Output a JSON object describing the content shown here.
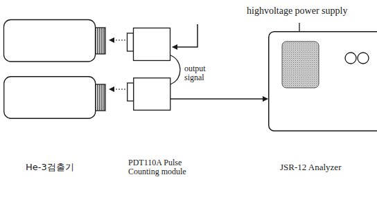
{
  "diagram": {
    "nodes": [
      {
        "text": [
          "He-3검출기"
        ]
      },
      {
        "text": [
          "PDT110A Pulse Counting module"
        ]
      },
      {
        "text": [
          "JSR-12 Analyzer"
        ]
      }
    ],
    "edges": [
      {
        "from": 1,
        "to": 0,
        "arrow": "to"
      },
      {
        "from": 1,
        "to": 2,
        "arrow": "to"
      }
    ],
    "labels": [
      "highvoltage power supply",
      "output signal"
    ]
  }
}
